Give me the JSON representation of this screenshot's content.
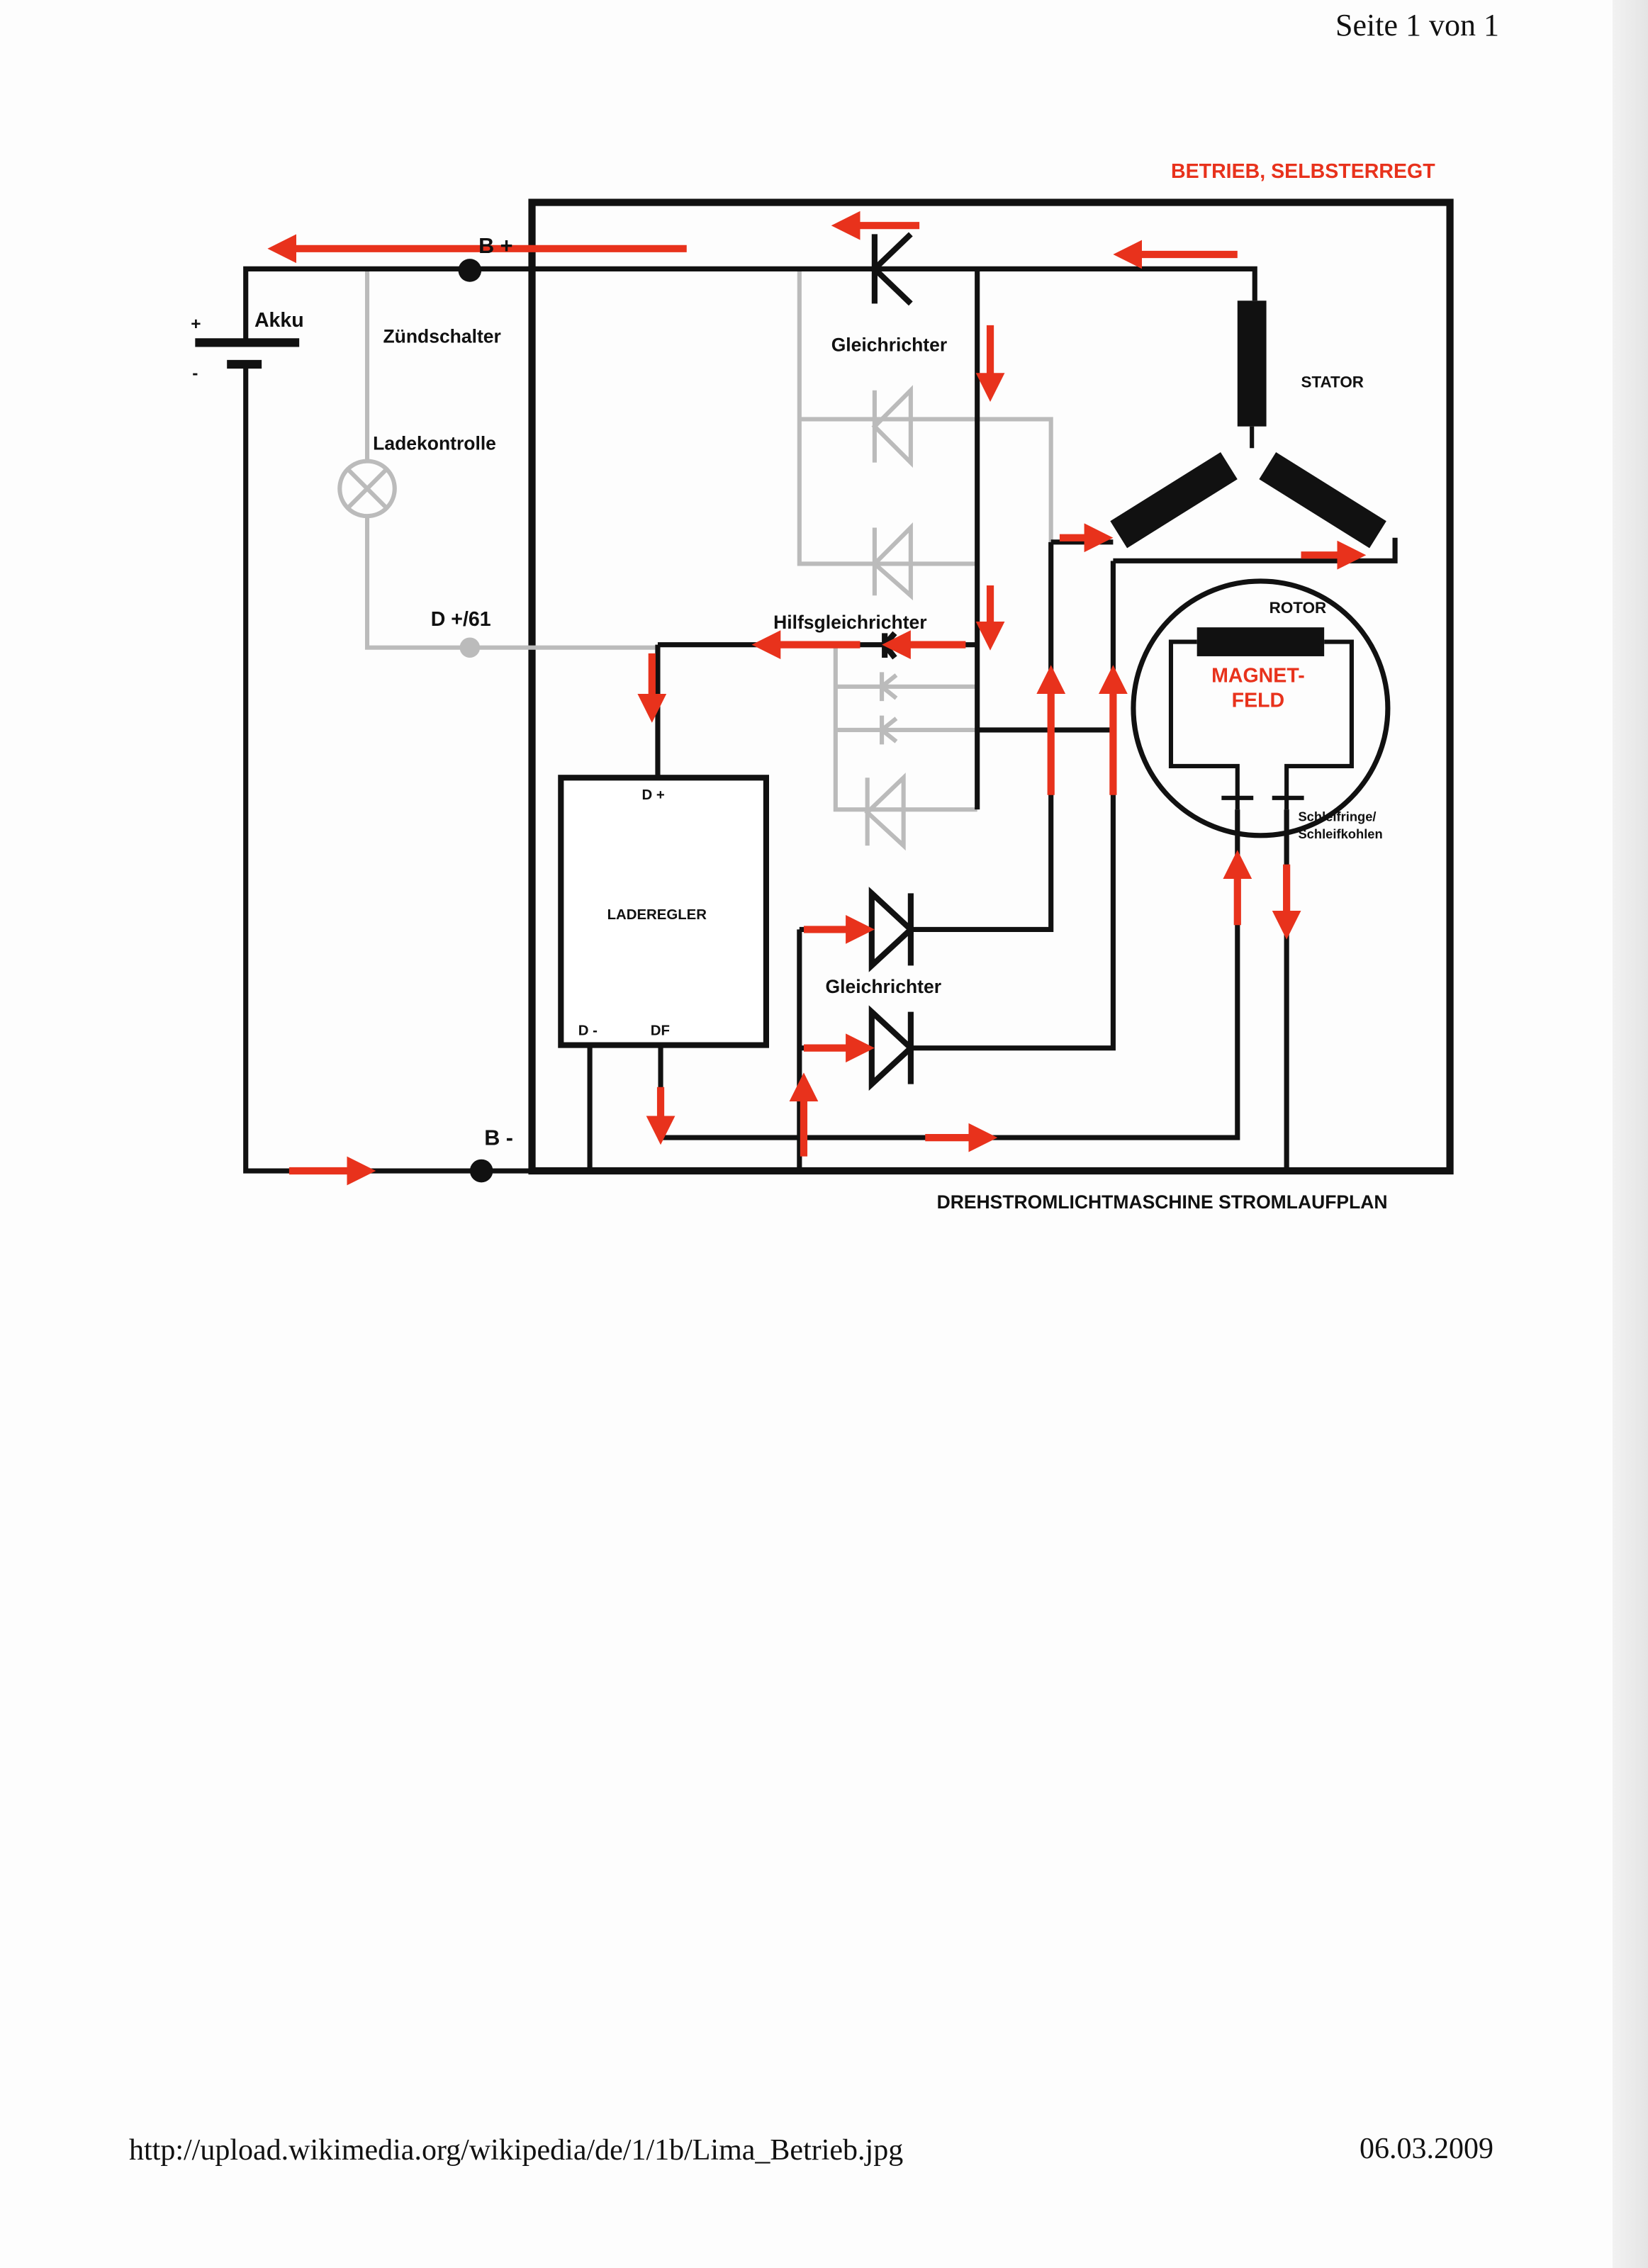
{
  "header": {
    "page_label": "Seite 1 von 1"
  },
  "diagram": {
    "mode_title": "BETRIEB, SELBSTERREGT",
    "caption": "DREHSTROMLICHTMASCHINE STROMLAUFPLAN",
    "labels": {
      "b_plus": "B +",
      "b_minus": "B -",
      "plus": "+",
      "minus": "-",
      "akku": "Akku",
      "zuendschalter": "Zündschalter",
      "ladekontrolle": "Ladekontrolle",
      "d_plus_61": "D +/61",
      "gleichrichter_top": "Gleichrichter",
      "gleichrichter_bottom": "Gleichrichter",
      "hilfsgleichrichter": "Hilfsgleichrichter",
      "stator": "STATOR",
      "rotor": "ROTOR",
      "magnetfeld_1": "MAGNET-",
      "magnetfeld_2": "FELD",
      "schleifringe_1": "Schleifringe/",
      "schleifringe_2": "Schleifkohlen",
      "laderegler": "LADEREGLER",
      "regler_d_plus": "D +",
      "regler_d_minus": "D -",
      "regler_df": "DF"
    },
    "colors": {
      "arrow": "#e8321c",
      "wire": "#111111",
      "inactive": "#bdbdbd"
    }
  },
  "footer": {
    "url": "http://upload.wikimedia.org/wikipedia/de/1/1b/Lima_Betrieb.jpg",
    "date": "06.03.2009"
  }
}
